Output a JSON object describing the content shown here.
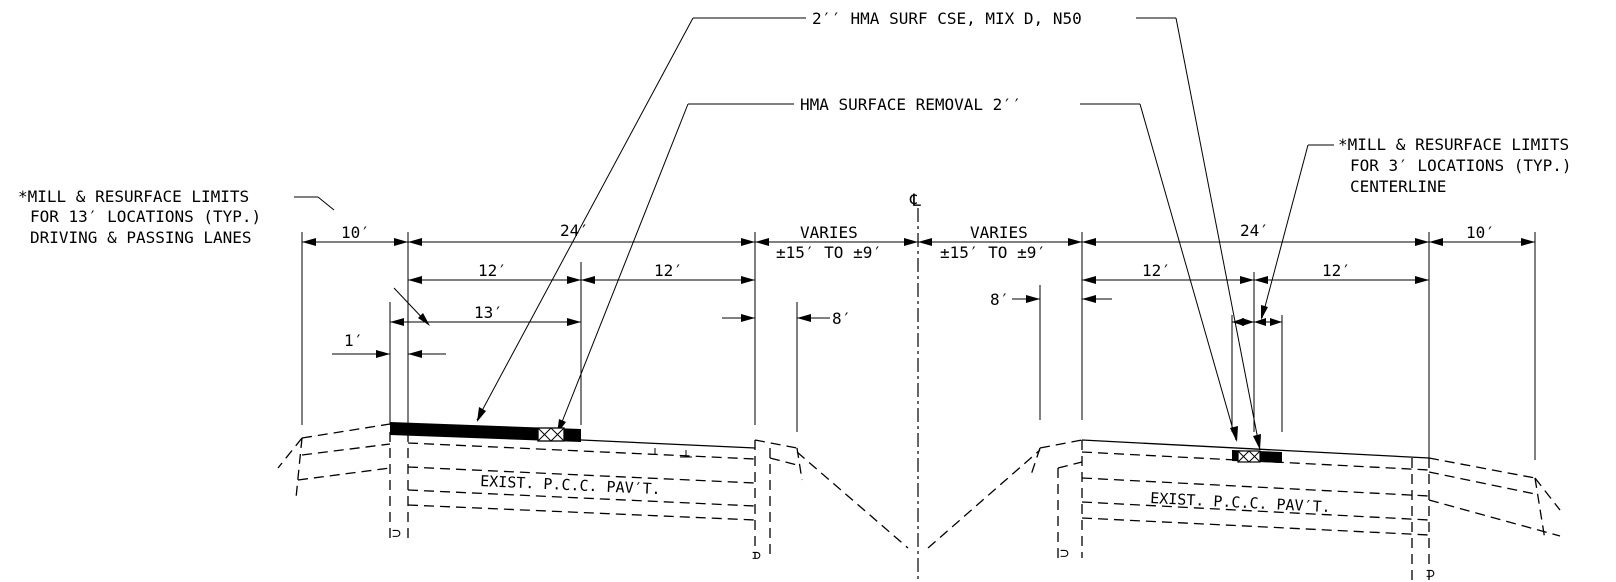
{
  "callouts": {
    "surf_course": "2′′ HMA SURF CSE, MIX D, N50",
    "surface_removal": "HMA SURFACE REMOVAL 2′′",
    "limits_13_line1": "*MILL & RESURFACE LIMITS",
    "limits_13_line2": "FOR 13′ LOCATIONS (TYP.)",
    "limits_13_line3": "DRIVING & PASSING LANES",
    "limits_3_line1": "*MILL & RESURFACE LIMITS",
    "limits_3_line2": "FOR 3′ LOCATIONS (TYP.)",
    "limits_3_line3": "CENTERLINE"
  },
  "centerline_symbol": "℄",
  "dimensions": {
    "left_shoulder": "10′",
    "left_pavement": "24′",
    "left_lane_1": "12′",
    "left_lane_2": "12′",
    "mill_13": "13′",
    "offset_1": "1′",
    "left_median_top": "VARIES",
    "left_median_bottom": "±15′ TO ±9′",
    "right_median_top": "VARIES",
    "right_median_bottom": "±15′ TO ±9′",
    "left_8": "8′",
    "right_8": "8′",
    "right_pavement": "24′",
    "right_lane_1": "12′",
    "right_lane_2": "12′",
    "right_shoulder": "10′"
  },
  "pavement_labels": {
    "left": "EXIST. P.C.C. PAV′T.",
    "right": "EXIST. P.C.C. PAV′T."
  }
}
